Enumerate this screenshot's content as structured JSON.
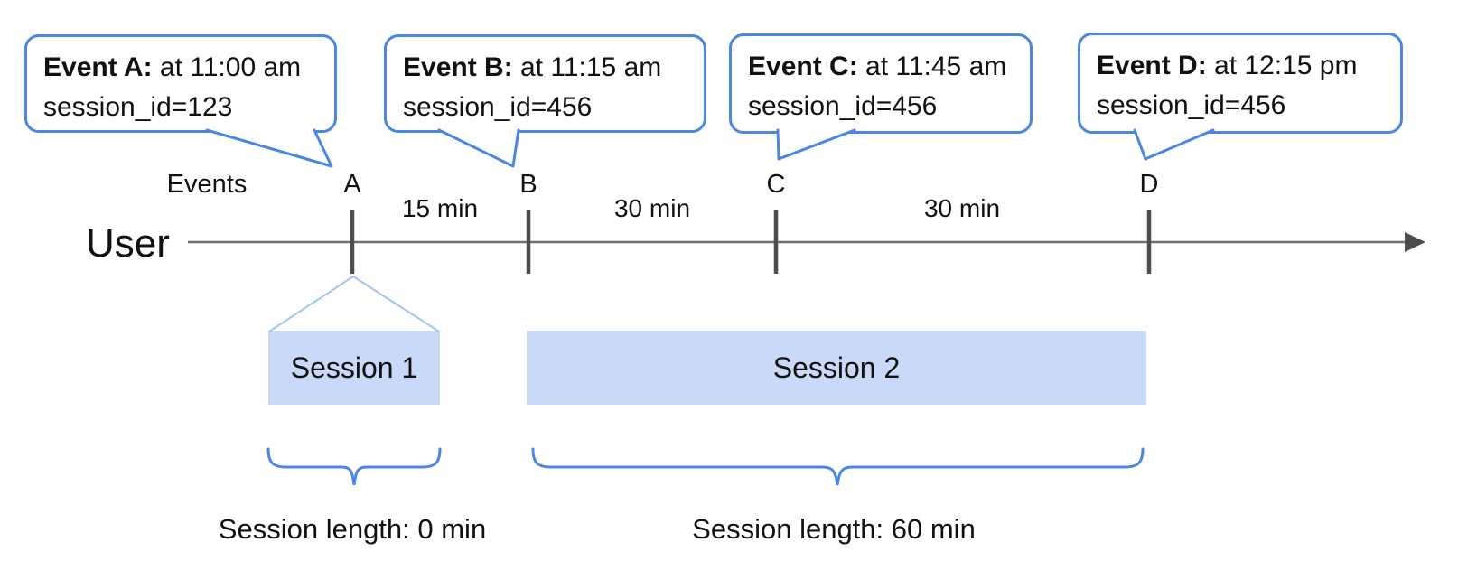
{
  "diagram": {
    "axis": {
      "events_label": "Events",
      "user_label": "User"
    },
    "events": [
      {
        "letter": "A",
        "callout_title": "Event A:",
        "callout_time": "at 11:00 am",
        "callout_session": "session_id=123"
      },
      {
        "letter": "B",
        "callout_title": "Event B:",
        "callout_time": "at 11:15 am",
        "callout_session": "session_id=456"
      },
      {
        "letter": "C",
        "callout_title": "Event C:",
        "callout_time": "at 11:45 am",
        "callout_session": "session_id=456"
      },
      {
        "letter": "D",
        "callout_title": "Event D:",
        "callout_time": "at 12:15 pm",
        "callout_session": "session_id=456"
      }
    ],
    "intervals": [
      {
        "label": "15 min"
      },
      {
        "label": "30 min"
      },
      {
        "label": "30 min"
      }
    ],
    "sessions": [
      {
        "label": "Session 1",
        "length": "Session length: 0 min"
      },
      {
        "label": "Session 2",
        "length": "Session length: 60 min"
      }
    ],
    "colors": {
      "callout_border": "#4a86e8",
      "session_fill": "#c9daf8",
      "funnel_line": "#a4c2f4",
      "timeline_gray": "#707070",
      "tick_gray": "#4d4d4d"
    }
  }
}
